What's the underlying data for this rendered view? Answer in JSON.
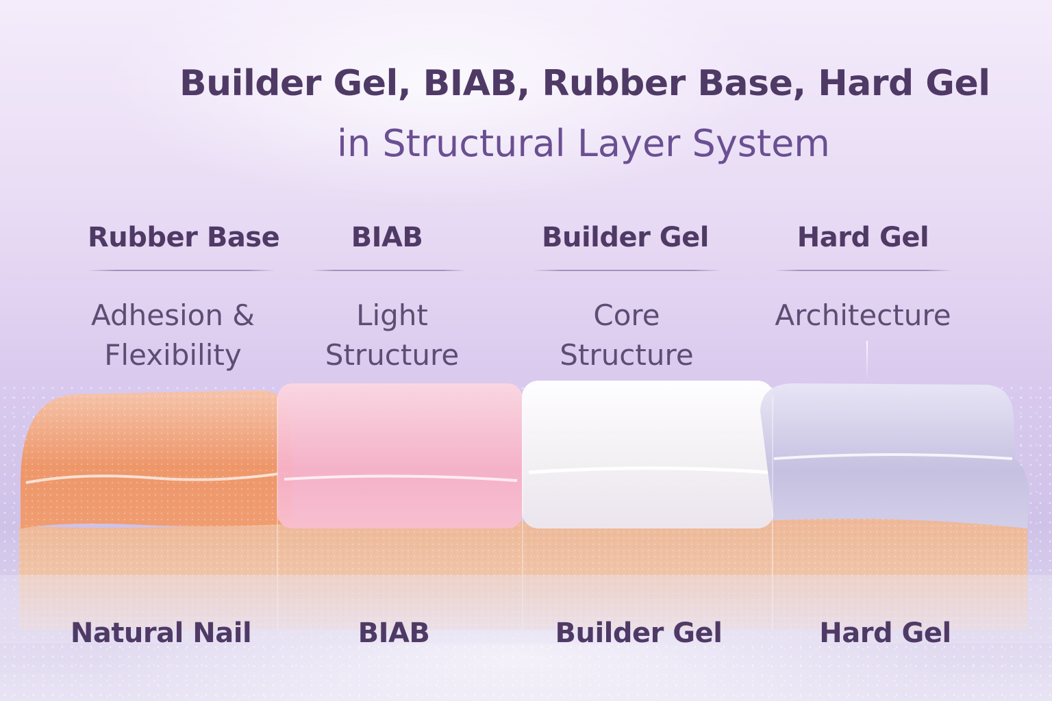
{
  "title": {
    "line1": "Builder Gel, BIAB, Rubber Base, Hard Gel",
    "line2": "in Structural Layer System"
  },
  "columns": [
    {
      "heading": "Rubber Base",
      "desc1": "Adhesion &",
      "desc2": "Flexibility",
      "bottom_label": "Natural Nail",
      "top_color": "#f4a27c",
      "top_color_dark": "#ec8a5a"
    },
    {
      "heading": "BIAB",
      "desc1": "Light",
      "desc2": "Structure",
      "bottom_label": "BIAB",
      "top_color": "#f8c3d2",
      "top_color_dark": "#f3a2bb"
    },
    {
      "heading": "Builder Gel",
      "desc1": "Core",
      "desc2": "Structure",
      "bottom_label": "Builder Gel",
      "top_color": "#f6f2f4",
      "top_color_dark": "#e7e0e8"
    },
    {
      "heading": "Hard Gel",
      "desc1": "Architecture",
      "desc2": "",
      "bottom_label": "Hard Gel",
      "top_color": "#d6d2ea",
      "top_color_dark": "#bdb7db"
    }
  ],
  "colors": {
    "nail_base": "#f0bd9a",
    "nail_base_dark": "#e7a77f",
    "text_dark": "#4f3a66",
    "text_accent": "#6a4f92"
  }
}
